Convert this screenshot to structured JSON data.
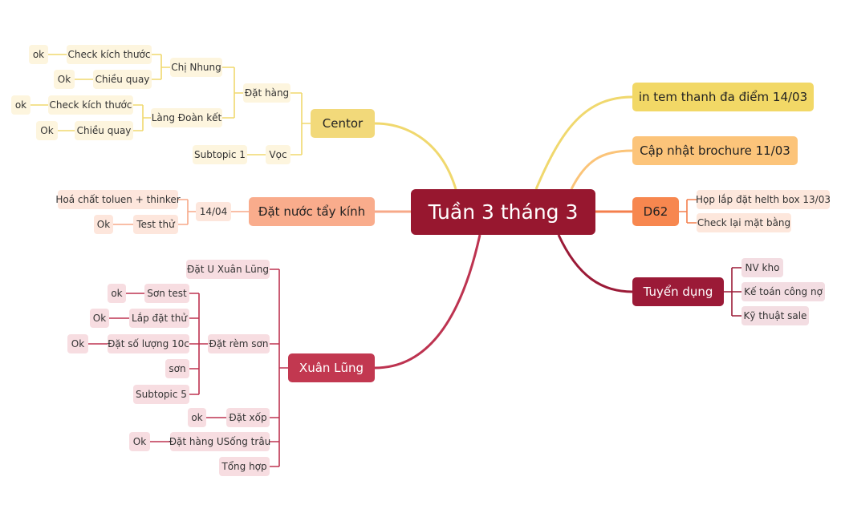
{
  "colors": {
    "root": "#97172f",
    "centor": "#f2d97a",
    "centor_leaf": "#fdf5de",
    "centor_line": "#f0d86e",
    "dat_nuoc": "#f9ac8c",
    "dat_nuoc_leaf": "#fde6dc",
    "dat_nuoc_line": "#f7a988",
    "xuan_lung": "#c23850",
    "xuan_lung_leaf": "#f7dde1",
    "xuan_lung_line": "#bd3350",
    "in_tem": "#f2d866",
    "cap_nhat": "#fcc47a",
    "cap_nhat_line": "#fbc479",
    "d62": "#f7874f",
    "d62_leaf": "#fde7dc",
    "d62_line": "#f47f4c",
    "tuyen_dung": "#9b1a37",
    "tuyen_dung_leaf": "#f3dde2",
    "tuyen_dung_line": "#9b1a37"
  },
  "root": "Tuần 3 tháng 3",
  "right": {
    "in_tem": "in tem thanh đa điểm 14/03",
    "cap_nhat": "Cập nhật brochure 11/03",
    "d62": {
      "label": "D62",
      "children": [
        "Họp lắp đặt helth box 13/03",
        "Check lại mặt bằng"
      ]
    },
    "tuyen_dung": {
      "label": "Tuyển dụng",
      "children": [
        "NV kho",
        "Kế toán công nợ",
        "Kỹ thuật sale"
      ]
    }
  },
  "left": {
    "centor": {
      "label": "Centor",
      "dat_hang": {
        "label": "Đặt hàng",
        "chi_nhung": {
          "label": "Chị Nhung",
          "check": "Check kích thước",
          "check_ok": "ok",
          "chieu": "Chiều quay",
          "chieu_ok": "Ok"
        },
        "lang": {
          "label": "Làng Đoàn kết",
          "check": "Check kích thước",
          "check_ok": "ok",
          "chieu": "Chiều quay",
          "chieu_ok": "Ok"
        }
      },
      "voc": {
        "label": "Vọc",
        "sub": "Subtopic 1"
      }
    },
    "dat_nuoc": {
      "label": "Đặt nước tẩy kính",
      "date": "14/04",
      "hoa_chat": "Hoá chất toluen + thinker",
      "test": "Test thử",
      "test_ok": "Ok"
    },
    "xuan_lung": {
      "label": "Xuân Lũng",
      "dat_u": "Đặt U Xuân Lũng",
      "dat_rem": {
        "label": "Đặt rèm sơn",
        "son_test": "Sơn test",
        "son_test_ok": "ok",
        "lap_dat": "Lắp đặt thử",
        "lap_dat_ok": "Ok",
        "dat_so": "Đặt số lượng 10c",
        "dat_so_ok": "Ok",
        "son": "sơn",
        "sub5": "Subtopic 5"
      },
      "dat_xop": "Đặt xốp",
      "dat_xop_ok": "ok",
      "dat_hang_us": "Đặt hàng USống trâu",
      "dat_hang_us_ok": "Ok",
      "tong_hop": "Tổng hợp"
    }
  }
}
